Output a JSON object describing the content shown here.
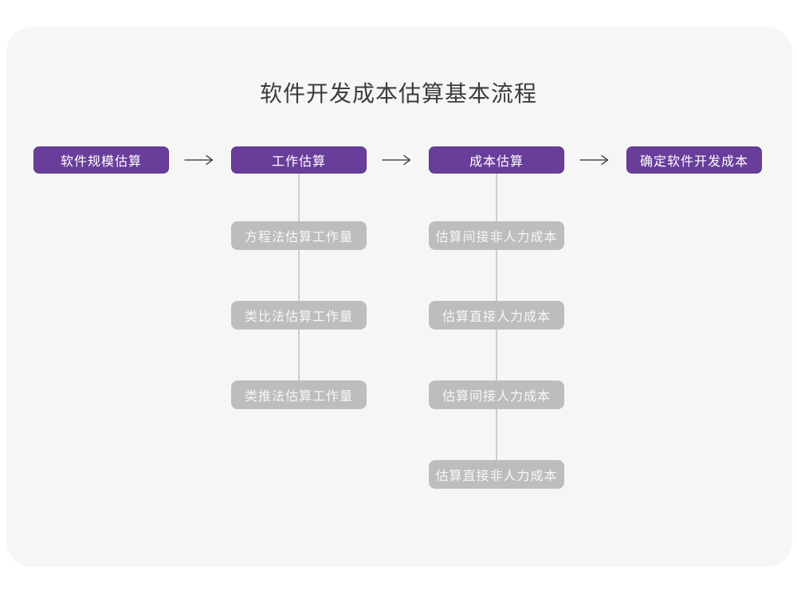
{
  "title": "软件开发成本估算基本流程",
  "colors": {
    "main_node_bg": "#693e9b",
    "sub_node_bg": "#bdbdbd",
    "card_bg": "#f6f6f6",
    "connector": "#cccccc",
    "arrow": "#4d4d4d",
    "title_text": "#3c3c3c"
  },
  "flow": {
    "main_steps": [
      {
        "label": "软件规模估算"
      },
      {
        "label": "工作估算"
      },
      {
        "label": "成本估算"
      },
      {
        "label": "确定软件开发成本"
      }
    ],
    "work_estimation_methods": [
      {
        "label": "方程法估算工作量"
      },
      {
        "label": "类比法估算工作量"
      },
      {
        "label": "类推法估算工作量"
      }
    ],
    "cost_estimation_steps": [
      {
        "label": "估算间接非人力成本"
      },
      {
        "label": "估算直接人力成本"
      },
      {
        "label": "估算间接人力成本"
      },
      {
        "label": "估算直接非人力成本"
      }
    ]
  }
}
